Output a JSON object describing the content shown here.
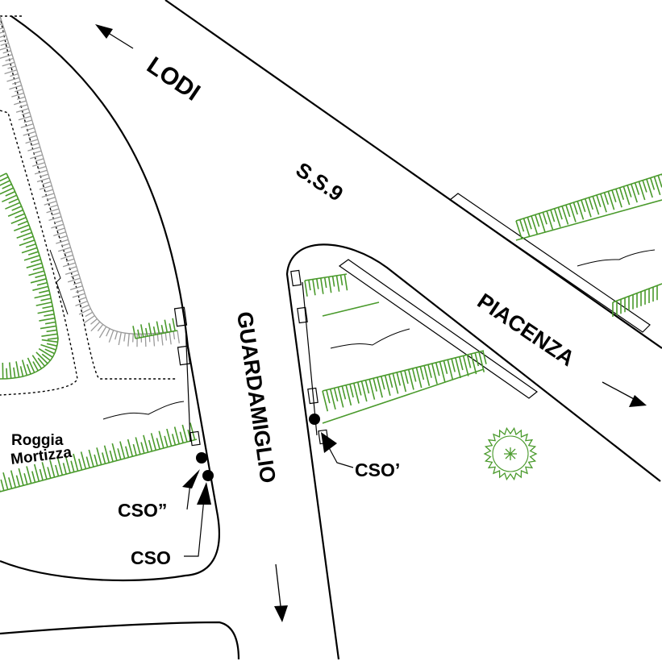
{
  "labels": {
    "lodi": "LODI",
    "ss9": "S.S.9",
    "piacenza": "PIACENZA",
    "guardamiglio": "GUARDAMIGLIO",
    "roggia_line1": "Roggia",
    "roggia_line2": "Mortizza",
    "cso_double": "CSO”",
    "cso": "CSO",
    "cso_prime": "CSO’"
  },
  "colors": {
    "road_line": "#000000",
    "vegetation": "#4a9a2c",
    "embankment_gray": "#9a9a9a",
    "background": "#ffffff"
  },
  "icons": {
    "tree": "tree-icon",
    "outfall": "outfall-dot-icon",
    "direction": "arrow-icon"
  }
}
